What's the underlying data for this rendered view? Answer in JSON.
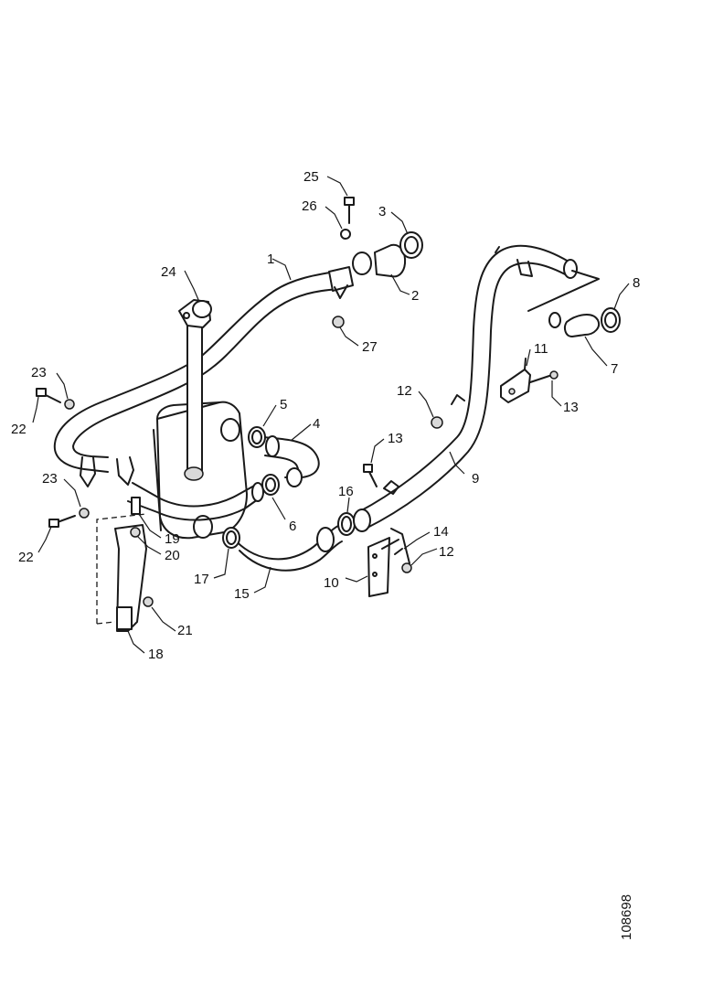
{
  "diagram": {
    "reference_number": "108698",
    "callouts": [
      {
        "id": "c1",
        "label": "1"
      },
      {
        "id": "c2",
        "label": "2"
      },
      {
        "id": "c3",
        "label": "3"
      },
      {
        "id": "c4",
        "label": "4"
      },
      {
        "id": "c5",
        "label": "5"
      },
      {
        "id": "c6",
        "label": "6"
      },
      {
        "id": "c7",
        "label": "7"
      },
      {
        "id": "c8",
        "label": "8"
      },
      {
        "id": "c9",
        "label": "9"
      },
      {
        "id": "c10",
        "label": "10"
      },
      {
        "id": "c11",
        "label": "11"
      },
      {
        "id": "c12a",
        "label": "12"
      },
      {
        "id": "c12b",
        "label": "12"
      },
      {
        "id": "c13a",
        "label": "13"
      },
      {
        "id": "c13b",
        "label": "13"
      },
      {
        "id": "c14",
        "label": "14"
      },
      {
        "id": "c15",
        "label": "15"
      },
      {
        "id": "c16",
        "label": "16"
      },
      {
        "id": "c17",
        "label": "17"
      },
      {
        "id": "c18",
        "label": "18"
      },
      {
        "id": "c19",
        "label": "19"
      },
      {
        "id": "c20",
        "label": "20"
      },
      {
        "id": "c21",
        "label": "21"
      },
      {
        "id": "c22a",
        "label": "22"
      },
      {
        "id": "c22b",
        "label": "22"
      },
      {
        "id": "c23a",
        "label": "23"
      },
      {
        "id": "c23b",
        "label": "23"
      },
      {
        "id": "c24",
        "label": "24"
      },
      {
        "id": "c25",
        "label": "25"
      },
      {
        "id": "c26",
        "label": "26"
      },
      {
        "id": "c27",
        "label": "27"
      }
    ]
  }
}
